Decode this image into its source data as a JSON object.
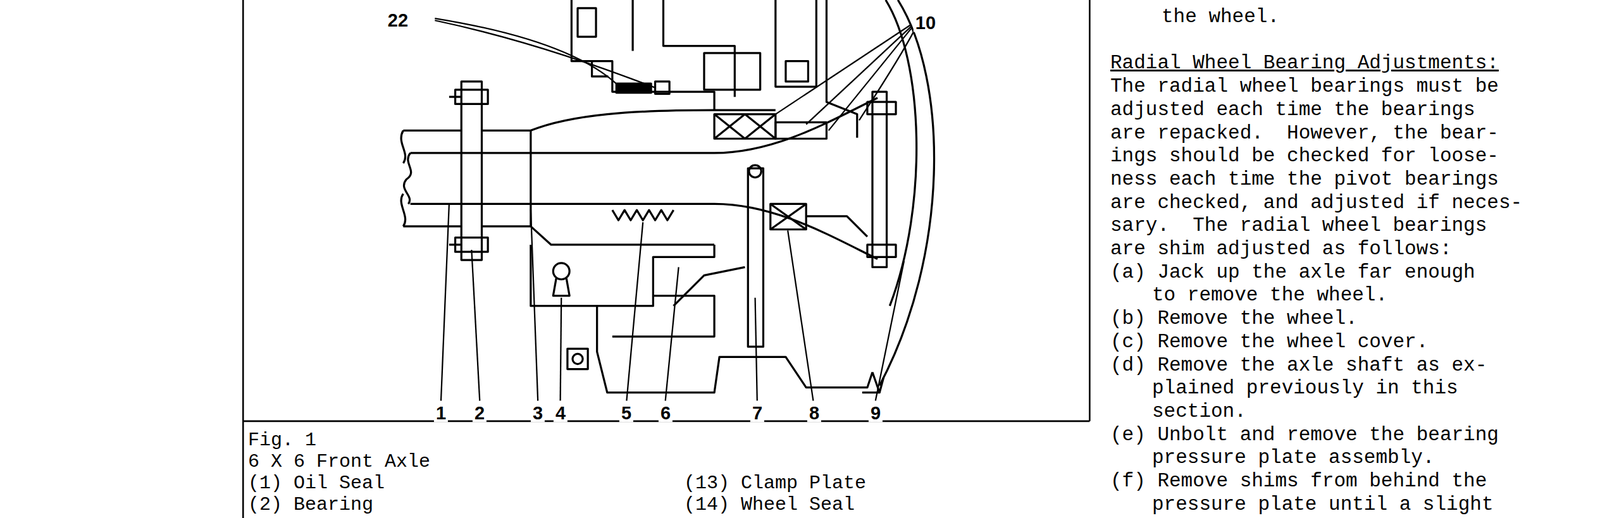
{
  "diagram": {
    "labels": [
      "22",
      "10",
      "1",
      "2",
      "3",
      "4",
      "5",
      "6",
      "7",
      "8",
      "9",
      "Fig. 1",
      "6 X 6 Front Axle",
      "(1) Oil Seal",
      "(2) Bearing",
      "(13) Clamp Plate",
      "(14) Wheel Seal",
      "the wheel.",
      "Radial Wheel Bearing Adjustments:",
      "The radial wheel bearings must be",
      "adjusted each time the bearings",
      "are repacked.  However, the bear-",
      "ings should be checked for loose-",
      "ness each time the pivot bearings",
      "are checked, and adjusted if neces-",
      "sary.  The radial wheel bearings",
      "are shim adjusted as follows:",
      "(a) Jack up the axle far enough",
      "to remove the wheel.",
      "(b) Remove the wheel.",
      "(c) Remove the wheel cover.",
      "(d) Remove the axle shaft as ex-",
      "plained previously in this",
      "section.",
      "(e) Unbolt and remove the bearing",
      "pressure plate assembly.",
      "(f) Remove shims from behind the",
      "pressure plate until a slight"
    ]
  }
}
